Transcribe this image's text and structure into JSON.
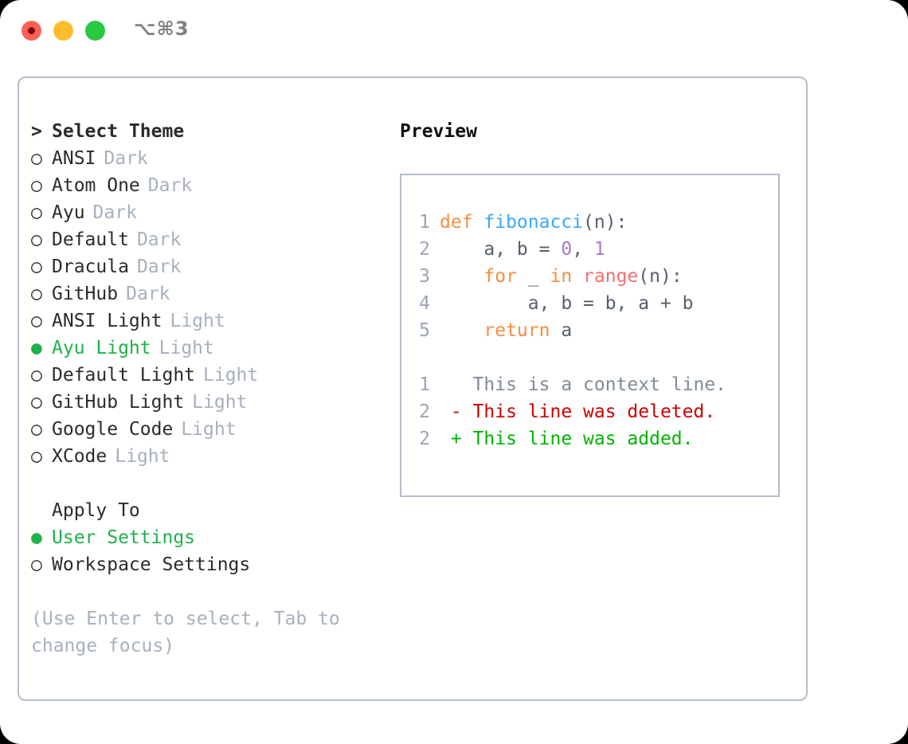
{
  "titlebar": {
    "shortcut": "⌥⌘3",
    "buttons": [
      {
        "name": "close",
        "color": "#ff6058"
      },
      {
        "name": "minimize",
        "color": "#ffbd2e"
      },
      {
        "name": "zoom",
        "color": "#28c840"
      }
    ]
  },
  "theme_picker": {
    "header": {
      "marker": ">",
      "label": "Select Theme"
    },
    "markers": {
      "selected": "●",
      "unselected": "○",
      "none": " "
    },
    "items": [
      {
        "marker": "○",
        "label": "ANSI",
        "tag": "Dark",
        "selected": false
      },
      {
        "marker": "○",
        "label": "Atom One",
        "tag": "Dark",
        "selected": false
      },
      {
        "marker": "○",
        "label": "Ayu",
        "tag": "Dark",
        "selected": false
      },
      {
        "marker": "○",
        "label": "Default",
        "tag": "Dark",
        "selected": false
      },
      {
        "marker": "○",
        "label": "Dracula",
        "tag": "Dark",
        "selected": false
      },
      {
        "marker": "○",
        "label": "GitHub",
        "tag": "Dark",
        "selected": false
      },
      {
        "marker": "○",
        "label": "ANSI Light",
        "tag": "Light",
        "selected": false
      },
      {
        "marker": "●",
        "label": "Ayu Light",
        "tag": "Light",
        "selected": true
      },
      {
        "marker": "○",
        "label": "Default Light",
        "tag": "Light",
        "selected": false
      },
      {
        "marker": "○",
        "label": "GitHub Light",
        "tag": "Light",
        "selected": false
      },
      {
        "marker": "○",
        "label": "Google Code",
        "tag": "Light",
        "selected": false
      },
      {
        "marker": "○",
        "label": "XCode",
        "tag": "Light",
        "selected": false
      }
    ]
  },
  "apply_to": {
    "header": {
      "marker": "",
      "label": "Apply To"
    },
    "items": [
      {
        "marker": "●",
        "label": "User Settings",
        "selected": true
      },
      {
        "marker": "○",
        "label": "Workspace Settings",
        "selected": false
      }
    ]
  },
  "help": {
    "text": "(Use Enter to select, Tab to change focus)"
  },
  "preview": {
    "title": "Preview",
    "code_lines": [
      {
        "number": "1",
        "tokens": [
          {
            "t": "def ",
            "c": "k"
          },
          {
            "t": "fibonacci",
            "c": "fn"
          },
          {
            "t": "(n):",
            "c": "pl"
          }
        ]
      },
      {
        "number": "2",
        "tokens": [
          {
            "t": "    a, b = ",
            "c": "pl"
          },
          {
            "t": "0",
            "c": "num"
          },
          {
            "t": ", ",
            "c": "pl"
          },
          {
            "t": "1",
            "c": "num"
          }
        ]
      },
      {
        "number": "3",
        "tokens": [
          {
            "t": "    ",
            "c": "pl"
          },
          {
            "t": "for",
            "c": "k"
          },
          {
            "t": " _ ",
            "c": "pl"
          },
          {
            "t": "in",
            "c": "k"
          },
          {
            "t": " ",
            "c": "pl"
          },
          {
            "t": "range",
            "c": "bi"
          },
          {
            "t": "(n):",
            "c": "pl"
          }
        ]
      },
      {
        "number": "4",
        "tokens": [
          {
            "t": "        a, b = b, a + b",
            "c": "pl"
          }
        ]
      },
      {
        "number": "5",
        "tokens": [
          {
            "t": "    ",
            "c": "pl"
          },
          {
            "t": "return",
            "c": "k"
          },
          {
            "t": " a",
            "c": "pl"
          }
        ]
      }
    ],
    "diff_lines": [
      {
        "number": "1",
        "sign": " ",
        "text": "This is a context line.",
        "kind": "ctx"
      },
      {
        "number": "2",
        "sign": "-",
        "text": "This line was deleted.",
        "kind": "del"
      },
      {
        "number": "2",
        "sign": "+",
        "text": "This line was added.",
        "kind": "add"
      }
    ]
  },
  "colors": {
    "accent_green": "#1fb14a",
    "muted": "#a7b0bd",
    "border": "#b4bdcb",
    "keyword": "#fa8d3e",
    "function": "#3ba9f7",
    "number": "#a37acc",
    "builtin": "#f07171",
    "diff_add": "#00b400",
    "diff_del": "#cc0000",
    "line_number": "#9aa5b4"
  }
}
